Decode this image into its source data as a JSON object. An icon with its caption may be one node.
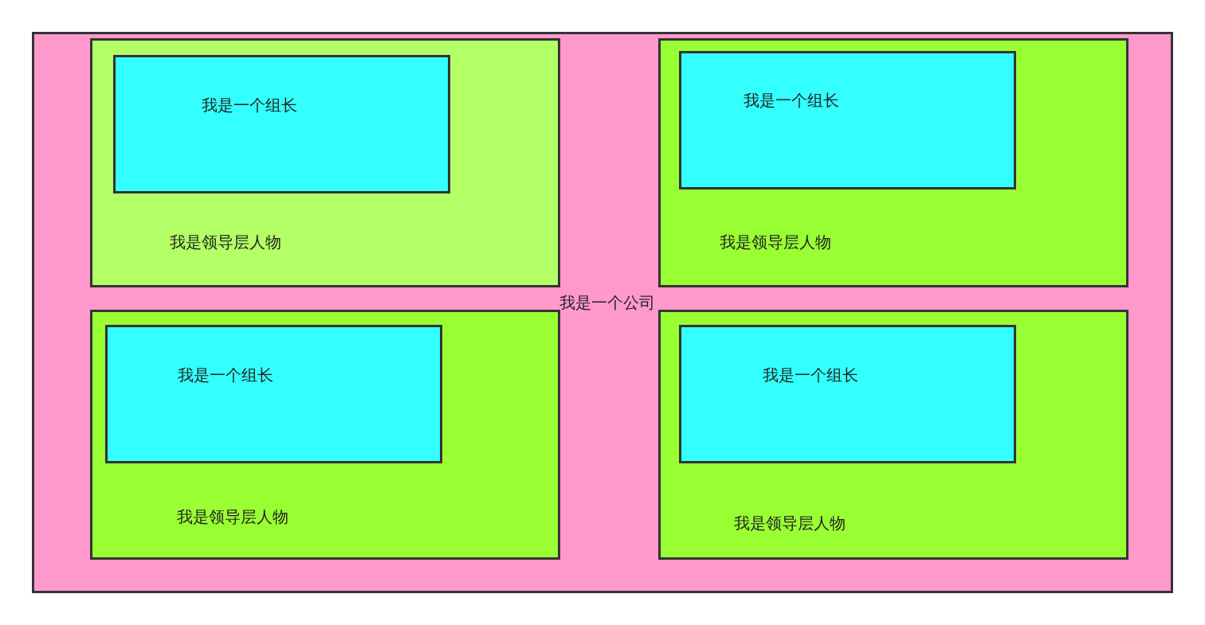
{
  "diagram": {
    "nodes": [
      {
        "text": [
          "我是一个公司"
        ]
      },
      {
        "text": [
          "我是领导层人物"
        ],
        "in": 0
      },
      {
        "text": [
          "我是一个组长"
        ],
        "in": 1
      },
      {
        "text": [
          "我是领导层人物"
        ],
        "in": 0
      },
      {
        "text": [
          "我是一个组长"
        ],
        "in": 3
      },
      {
        "text": [
          "我是领导层人物"
        ],
        "in": 0
      },
      {
        "text": [
          "我是一个组长"
        ],
        "in": 5
      },
      {
        "text": [
          "我是领导层人物"
        ],
        "in": 0
      },
      {
        "text": [
          "我是一个组长"
        ],
        "in": 7
      }
    ]
  }
}
